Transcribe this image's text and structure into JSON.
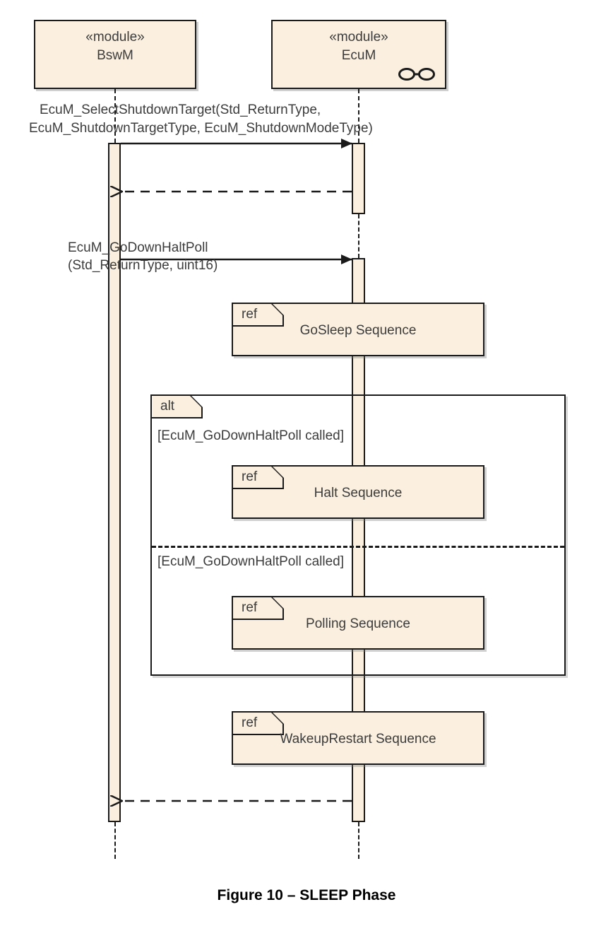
{
  "figure": {
    "caption": "Figure 10 – SLEEP Phase"
  },
  "lifelines": [
    {
      "id": "bswm",
      "stereotype": "«module»",
      "name": "BswM",
      "has_interface_icon": false
    },
    {
      "id": "ecum",
      "stereotype": "«module»",
      "name": "EcuM",
      "has_interface_icon": true,
      "interface_icon": "ball-and-socket-icon"
    }
  ],
  "messages": [
    {
      "id": "msg-select-shutdown-target",
      "kind": "synchronous-call",
      "from": "bswm",
      "to": "ecum",
      "label_line1": "EcuM_SelectShutdownTarget(Std_ReturnType,",
      "label_line2": "EcuM_ShutdownTargetType, EcuM_ShutdownModeType)"
    },
    {
      "id": "msg-return-1",
      "kind": "return",
      "from": "ecum",
      "to": "bswm",
      "label_line1": "",
      "label_line2": ""
    },
    {
      "id": "msg-godownhaltpoll",
      "kind": "synchronous-call",
      "from": "bswm",
      "to": "ecum",
      "label_line1": "EcuM_GoDownHaltPoll",
      "label_line2": "(Std_ReturnType, uint16)"
    },
    {
      "id": "msg-return-2",
      "kind": "return",
      "from": "ecum",
      "to": "bswm",
      "label_line1": "",
      "label_line2": ""
    }
  ],
  "fragments": [
    {
      "id": "ref-gosleep",
      "type": "ref",
      "tag": "ref",
      "title": "GoSleep Sequence"
    },
    {
      "id": "alt-halt-poll",
      "type": "alt",
      "tag": "alt",
      "operands": [
        {
          "guard": "[EcuM_GoDownHaltPoll called]"
        },
        {
          "guard": "[EcuM_GoDownHaltPoll called]"
        }
      ]
    },
    {
      "id": "ref-halt",
      "type": "ref",
      "tag": "ref",
      "title": "Halt Sequence"
    },
    {
      "id": "ref-polling",
      "type": "ref",
      "tag": "ref",
      "title": "Polling Sequence"
    },
    {
      "id": "ref-wakeuprestart",
      "type": "ref",
      "tag": "ref",
      "title": "WakeupRestart Sequence"
    }
  ],
  "colors": {
    "fill": "#fbf0df",
    "stroke": "#1a1a1a",
    "text": "#3c3c3c",
    "caption": "#000000",
    "background": "#ffffff"
  }
}
